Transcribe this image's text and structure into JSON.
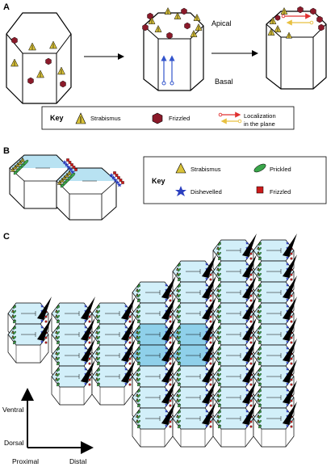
{
  "panels": {
    "a": {
      "letter": "A",
      "apical_label": "Apical",
      "basal_label": "Basal"
    },
    "b": {
      "letter": "B"
    },
    "c": {
      "letter": "C"
    }
  },
  "key_a": {
    "title": "Key",
    "strabismus": "Strabismus",
    "frizzled": "Frizzled",
    "localization_line1": "Localization",
    "localization_line2": "in the plane"
  },
  "key_b": {
    "title": "Key",
    "strabismus": "Strabismus",
    "prickled": "Prickled",
    "dishevelled": "Dishevelled",
    "frizzled": "Frizzled"
  },
  "axes": {
    "ventral": "Ventral",
    "dorsal": "Dorsal",
    "proximal": "Proximal",
    "distal": "Distal"
  },
  "colors": {
    "strabismus": "#d9c23a",
    "frizzled_a": "#8b1a2a",
    "frizzled_b": "#cc1a1a",
    "prickled": "#3aa64a",
    "dishevelled": "#2b3fbf",
    "cell_fill": "#c8ecf7",
    "cell_fill_dark": "#7fc8e6",
    "hair": "#000000",
    "arrow_blue": "#3355cc",
    "arrow_red": "#e03030",
    "arrow_yellow": "#e8c040"
  },
  "icons": {
    "strabismus": "triangle-icon",
    "frizzled_a": "hexagon-icon",
    "frizzled_b": "square-icon",
    "prickled": "ellipse-icon",
    "dishevelled": "star-icon",
    "hair": "wedge-icon"
  }
}
